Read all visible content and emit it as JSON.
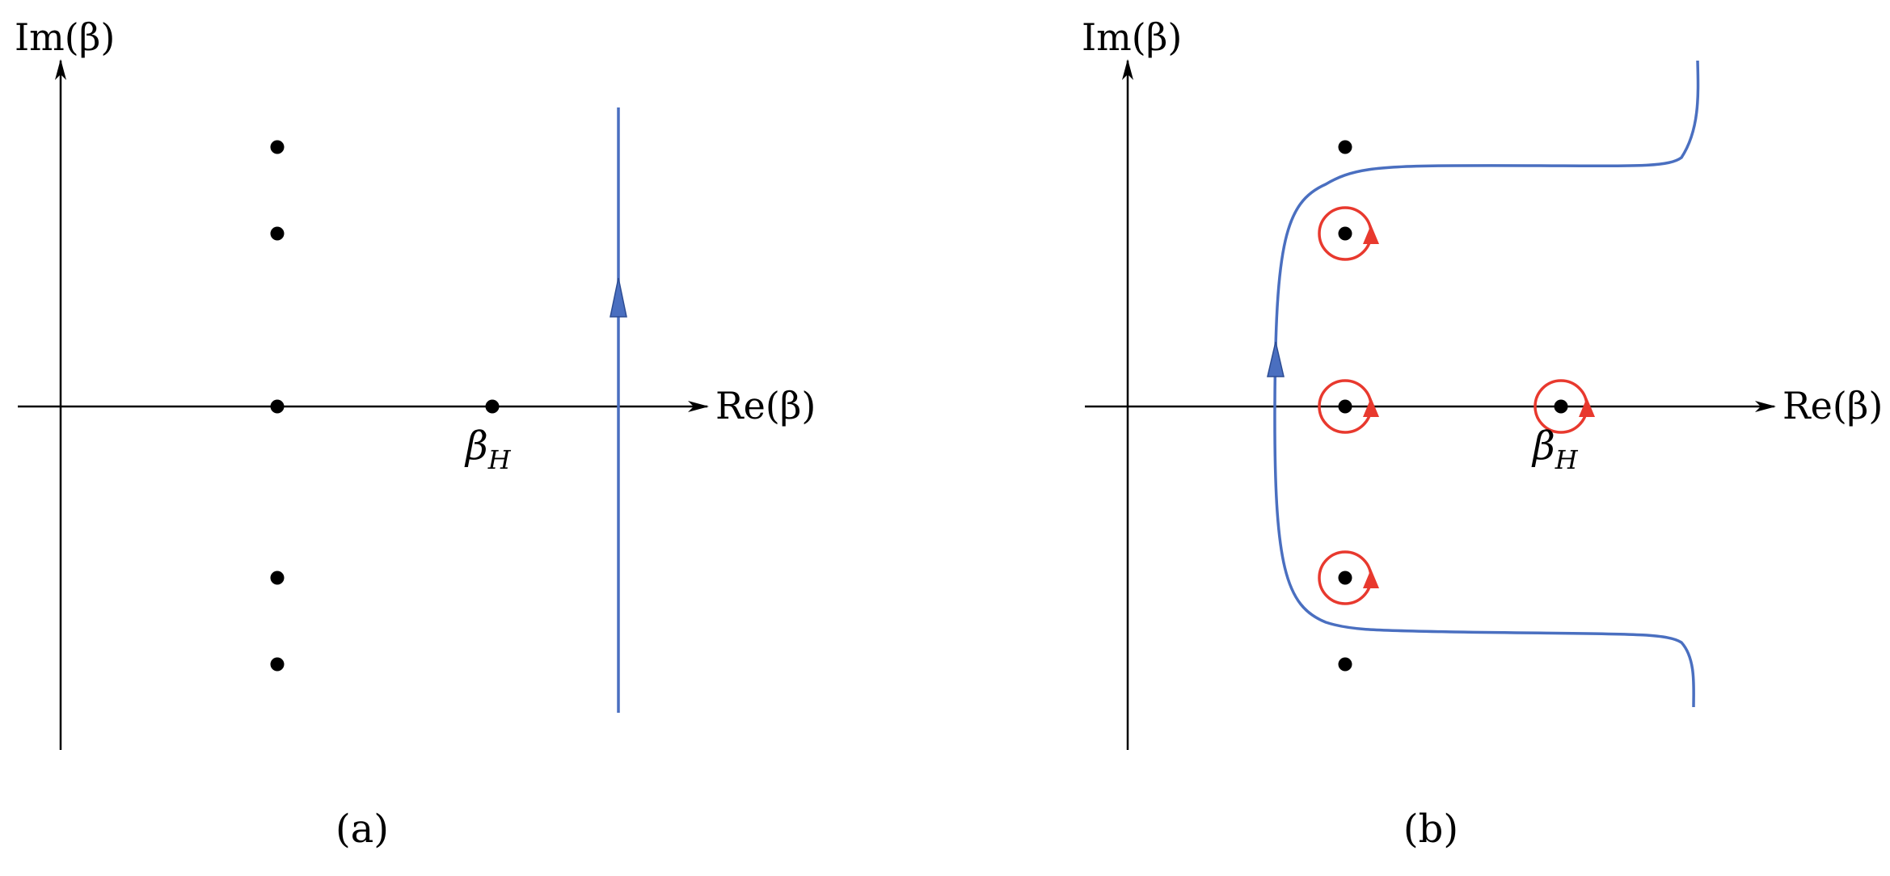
{
  "colors": {
    "axis": "#000000",
    "contour": "#4a6fc0",
    "residue_circle": "#e8392e",
    "pole": "#000000"
  },
  "panels": [
    {
      "caption": "(a)",
      "x_axis_label": "Re(β)",
      "y_axis_label": "Im(β)",
      "marked_point": {
        "symbol": "β",
        "subscript": "H"
      },
      "contour": "vertical line with upward arrow"
    },
    {
      "caption": "(b)",
      "x_axis_label": "Re(β)",
      "y_axis_label": "Im(β)",
      "marked_point": {
        "symbol": "β",
        "subscript": "H"
      },
      "contour": "deformed contour with counter-clockwise circles around enclosed poles"
    }
  ],
  "icons": [
    "arrowhead-icon",
    "pole-dot-icon"
  ]
}
